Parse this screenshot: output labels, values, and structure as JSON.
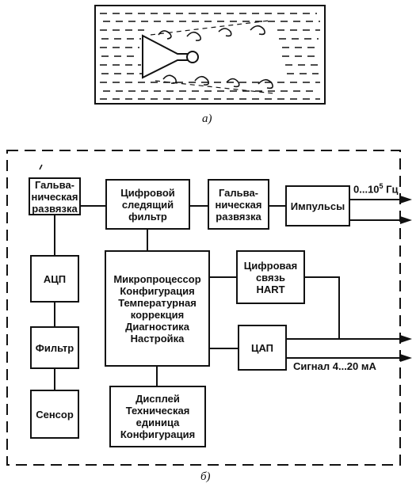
{
  "caption_a": "а)",
  "caption_b": "б)",
  "blocks": {
    "galvanic_left": "Гальва-\nническая\nразвязка",
    "adc": "АЦП",
    "filter": "Фильтр",
    "sensor": "Сенсор",
    "digital_filter": "Цифровой\nследящий\nфильтр",
    "galvanic_right": "Гальва-\nническая\nразвязка",
    "pulses": "Импульсы",
    "microprocessor": "Микропроцессор\nКонфигурация\nТемпературная\nкоррекция\nДиагностика\nНастройка",
    "hart": "Цифровая\nсвязь\nHART",
    "dac": "ЦАП",
    "display": "Дисплей\nТехническая\nединица\nКонфигурация"
  },
  "outputs": {
    "freq_prefix": "0...10",
    "freq_exp": "5",
    "freq_unit": " Гц",
    "signal": "Сигнал 4...20 мА"
  }
}
